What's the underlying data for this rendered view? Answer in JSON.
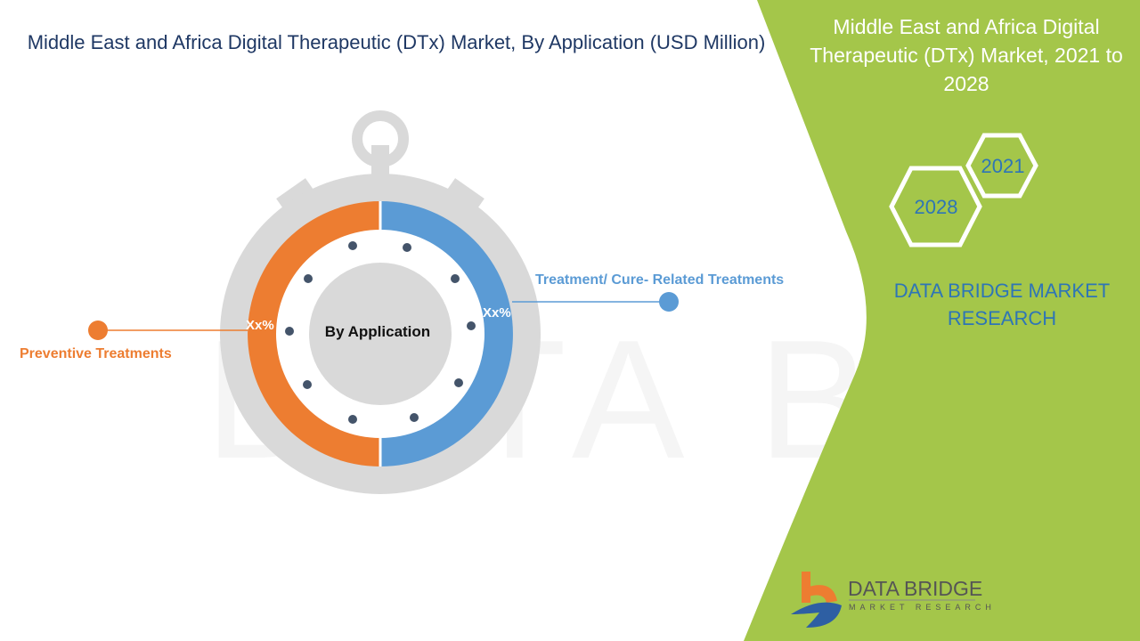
{
  "title": "Middle East and Africa Digital Therapeutic (DTx) Market, By Application (USD Million)",
  "side_title": "Middle East and Africa Digital Therapeutic (DTx) Market, 2021 to 2028",
  "years": [
    "2021",
    "2028"
  ],
  "brand": "DATA BRIDGE MARKET RESEARCH",
  "center_label": "By Application",
  "segments": [
    {
      "label": "Treatment/ Cure- Related Treatments",
      "value": "Xx%",
      "color": "#5b9bd5"
    },
    {
      "label": "Preventive Treatments",
      "value": "Xx%",
      "color": "#ed7d31"
    }
  ],
  "logo": {
    "name": "DATA BRIDGE",
    "tagline": "MARKET RESEARCH"
  },
  "colors": {
    "green": "#a4c64a",
    "title": "#1f3864"
  }
}
